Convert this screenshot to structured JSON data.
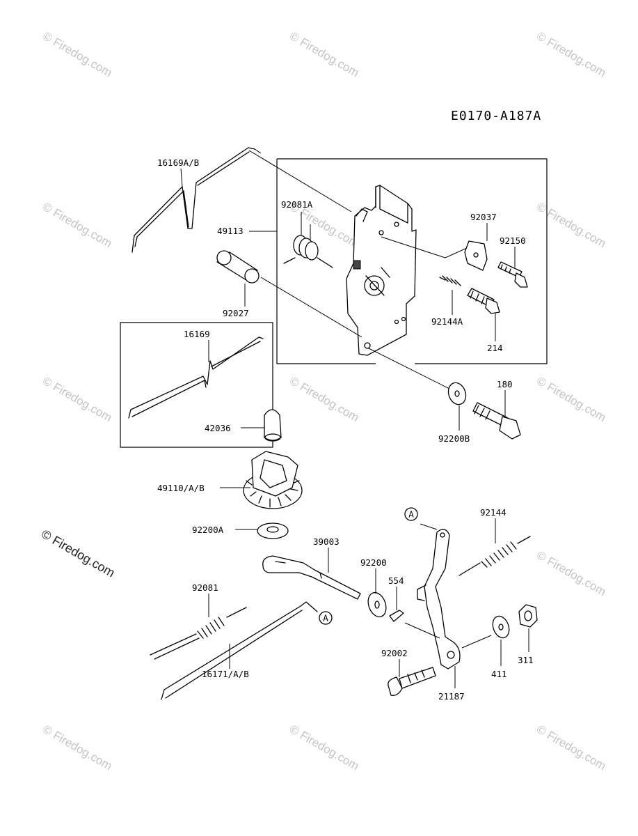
{
  "diagram_code": "E0170-A187A",
  "watermark": {
    "main": "© Firedog.com",
    "repeat": "© Firedog.com"
  },
  "callout": {
    "ref_letter": "A"
  },
  "parts": {
    "p16169AB": "16169A/B",
    "p49113": "49113",
    "p92081A": "92081A",
    "p92027": "92027",
    "p92037": "92037",
    "p92150": "92150",
    "p92144A": "92144A",
    "p214": "214",
    "p16169": "16169",
    "p180": "180",
    "p92200B": "92200B",
    "p42036": "42036",
    "p49110AB": "49110/A/B",
    "p92200A": "92200A",
    "p39003": "39003",
    "p92200": "92200",
    "p554": "554",
    "p92144": "92144",
    "p92081": "92081",
    "p16171AB": "16171/A/B",
    "p92002": "92002",
    "p21187": "21187",
    "p411": "411",
    "p311": "311"
  }
}
